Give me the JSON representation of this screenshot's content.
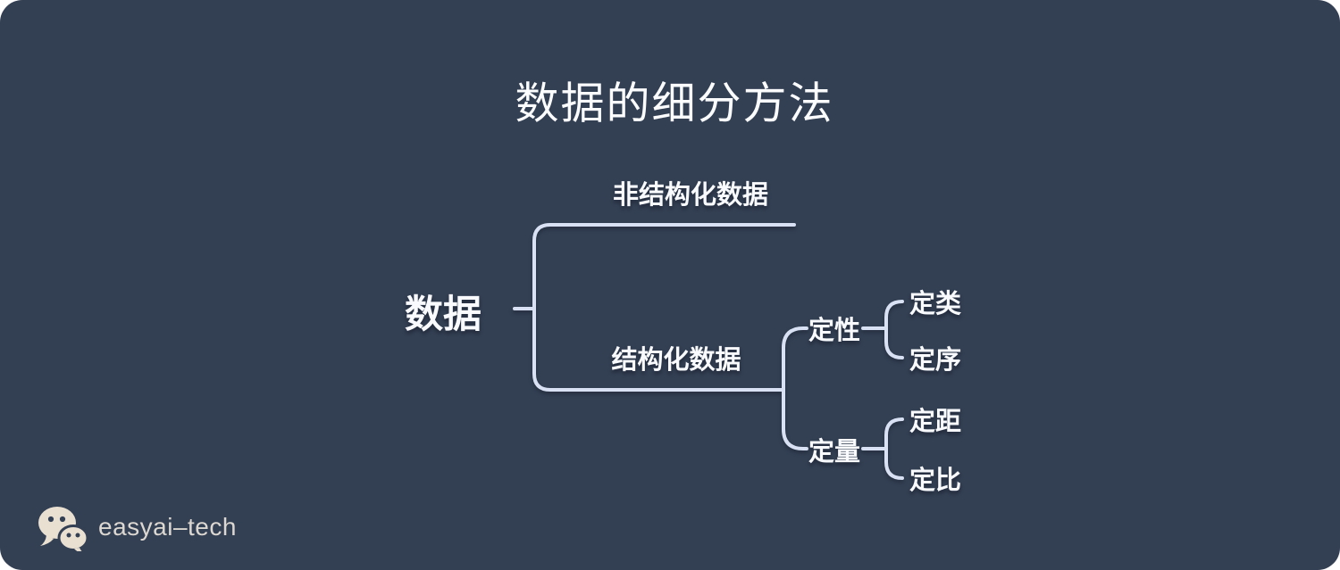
{
  "title": "数据的细分方法",
  "tree": {
    "root": "数据",
    "children": [
      {
        "label": "非结构化数据"
      },
      {
        "label": "结构化数据",
        "children": [
          {
            "label": "定性",
            "children": [
              {
                "label": "定类"
              },
              {
                "label": "定序"
              }
            ]
          },
          {
            "label": "定量",
            "children": [
              {
                "label": "定距"
              },
              {
                "label": "定比"
              }
            ]
          }
        ]
      }
    ]
  },
  "footer": {
    "brand": "easyai–tech",
    "icon": "wechat-icon"
  },
  "colors": {
    "card_background": "#333F53",
    "page_background": "#ffffff",
    "connector_line": "#d8e2f4",
    "node_text": "#f8fafd",
    "brand": "#e9e0d2"
  }
}
